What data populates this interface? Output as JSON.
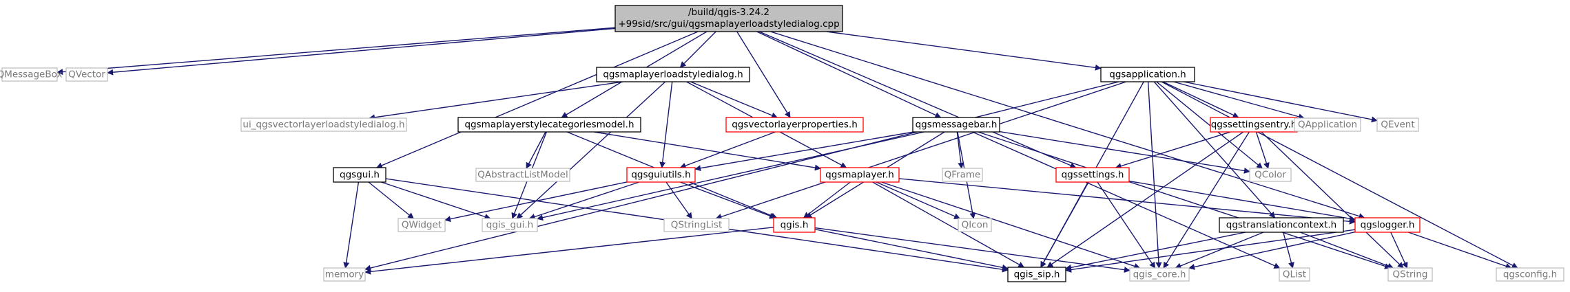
{
  "graph": {
    "colors": {
      "edge": "#191970",
      "external_border": "#bfbfbf",
      "external_text": "#7a7a7a",
      "documented_border": "#000000",
      "documented_text": "#000000",
      "has_includes_border": "#ff0000",
      "root_fill": "#bfbfbf"
    },
    "nodes": [
      {
        "id": "root",
        "lines": [
          "/build/qgis-3.24.2",
          "+99sid/src/gui/qgsmaplayerloadstyledialog.cpp"
        ],
        "style": "root"
      },
      {
        "id": "qmessagebox",
        "lines": [
          "QMessageBox"
        ],
        "style": "external"
      },
      {
        "id": "qvector",
        "lines": [
          "QVector"
        ],
        "style": "external"
      },
      {
        "id": "qgsmaplayerloadstyledialog_h",
        "lines": [
          "qgsmaplayerloadstyledialog.h"
        ],
        "style": "documented"
      },
      {
        "id": "qgsapplication_h",
        "lines": [
          "qgsapplication.h"
        ],
        "style": "documented"
      },
      {
        "id": "ui_qgsvectorlayerloadstyledialog_h",
        "lines": [
          "ui_qgsvectorlayerloadstyledialog.h"
        ],
        "style": "external"
      },
      {
        "id": "qgsmaplayerstylecategoriesmodel_h",
        "lines": [
          "qgsmaplayerstylecategoriesmodel.h"
        ],
        "style": "documented"
      },
      {
        "id": "qgsvectorlayerproperties_h",
        "lines": [
          "qgsvectorlayerproperties.h"
        ],
        "style": "has_includes"
      },
      {
        "id": "qgsmessagebar_h",
        "lines": [
          "qgsmessagebar.h"
        ],
        "style": "documented"
      },
      {
        "id": "qgssettingsentry_h",
        "lines": [
          "qgssettingsentry.h"
        ],
        "style": "has_includes"
      },
      {
        "id": "qapplication",
        "lines": [
          "QApplication"
        ],
        "style": "external"
      },
      {
        "id": "qevent",
        "lines": [
          "QEvent"
        ],
        "style": "external"
      },
      {
        "id": "qgsgui_h",
        "lines": [
          "qgsgui.h"
        ],
        "style": "documented"
      },
      {
        "id": "qabstractlistmodel",
        "lines": [
          "QAbstractListModel"
        ],
        "style": "external"
      },
      {
        "id": "qgsguiutils_h",
        "lines": [
          "qgsguiutils.h"
        ],
        "style": "has_includes"
      },
      {
        "id": "qgsmaplayer_h",
        "lines": [
          "qgsmaplayer.h"
        ],
        "style": "has_includes"
      },
      {
        "id": "qframe",
        "lines": [
          "QFrame"
        ],
        "style": "external"
      },
      {
        "id": "qgssettings_h",
        "lines": [
          "qgssettings.h"
        ],
        "style": "has_includes"
      },
      {
        "id": "qcolor",
        "lines": [
          "QColor"
        ],
        "style": "external"
      },
      {
        "id": "qwidget",
        "lines": [
          "QWidget"
        ],
        "style": "external"
      },
      {
        "id": "qgis_gui_h",
        "lines": [
          "qgis_gui.h"
        ],
        "style": "external"
      },
      {
        "id": "qstringlist",
        "lines": [
          "QStringList"
        ],
        "style": "external"
      },
      {
        "id": "qgis_h",
        "lines": [
          "qgis.h"
        ],
        "style": "has_includes"
      },
      {
        "id": "qicon",
        "lines": [
          "QIcon"
        ],
        "style": "external"
      },
      {
        "id": "qgstranslationcontext_h",
        "lines": [
          "qgstranslationcontext.h"
        ],
        "style": "documented"
      },
      {
        "id": "qgslogger_h",
        "lines": [
          "qgslogger.h"
        ],
        "style": "has_includes"
      },
      {
        "id": "memory",
        "lines": [
          "memory"
        ],
        "style": "external"
      },
      {
        "id": "qgis_sip_h",
        "lines": [
          "qgis_sip.h"
        ],
        "style": "documented"
      },
      {
        "id": "qgis_core_h",
        "lines": [
          "qgis_core.h"
        ],
        "style": "external"
      },
      {
        "id": "qlist",
        "lines": [
          "QList"
        ],
        "style": "external"
      },
      {
        "id": "qstring",
        "lines": [
          "QString"
        ],
        "style": "external"
      },
      {
        "id": "qgsconfig_h",
        "lines": [
          "qgsconfig.h"
        ],
        "style": "external"
      }
    ],
    "edges": [
      [
        "root",
        "qmessagebox"
      ],
      [
        "root",
        "qvector"
      ],
      [
        "root",
        "qgsmaplayerloadstyledialog_h"
      ],
      [
        "root",
        "qgsapplication_h"
      ],
      [
        "root",
        "qgsmaplayerstylecategoriesmodel_h"
      ],
      [
        "root",
        "qgsvectorlayerproperties_h"
      ],
      [
        "root",
        "qgsmessagebar_h"
      ],
      [
        "root",
        "qgssettings_h"
      ],
      [
        "root",
        "qgsgui_h"
      ],
      [
        "root",
        "qgslogger_h"
      ],
      [
        "qgsmaplayerloadstyledialog_h",
        "ui_qgsvectorlayerloadstyledialog_h"
      ],
      [
        "qgsmaplayerloadstyledialog_h",
        "qgsvectorlayerproperties_h"
      ],
      [
        "qgsmaplayerloadstyledialog_h",
        "qgsguiutils_h"
      ],
      [
        "qgsmaplayerloadstyledialog_h",
        "qgsmaplayer_h"
      ],
      [
        "qgsmaplayerloadstyledialog_h",
        "qgis_gui_h"
      ],
      [
        "qgsapplication_h",
        "qgssettingsentry_h"
      ],
      [
        "qgsapplication_h",
        "qapplication"
      ],
      [
        "qgsapplication_h",
        "qevent"
      ],
      [
        "qgsapplication_h",
        "qcolor"
      ],
      [
        "qgsapplication_h",
        "qstringlist"
      ],
      [
        "qgsapplication_h",
        "qgis_sip_h"
      ],
      [
        "qgsapplication_h",
        "qgis_core_h"
      ],
      [
        "qgsapplication_h",
        "qgstranslationcontext_h"
      ],
      [
        "qgsapplication_h",
        "qgsconfig_h"
      ],
      [
        "qgsapplication_h",
        "memory"
      ],
      [
        "qgsmaplayerstylecategoriesmodel_h",
        "qabstractlistmodel"
      ],
      [
        "qgsmaplayerstylecategoriesmodel_h",
        "qgsmaplayer_h"
      ],
      [
        "qgsmaplayerstylecategoriesmodel_h",
        "qgis_gui_h"
      ],
      [
        "qgsmaplayerstylecategoriesmodel_h",
        "qgis_h"
      ],
      [
        "qgsvectorlayerproperties_h",
        "qgsguiutils_h"
      ],
      [
        "qgsmessagebar_h",
        "qframe"
      ],
      [
        "qgsmessagebar_h",
        "qicon"
      ],
      [
        "qgsmessagebar_h",
        "qcolor"
      ],
      [
        "qgsmessagebar_h",
        "qgsguiutils_h"
      ],
      [
        "qgsmessagebar_h",
        "qgis_gui_h"
      ],
      [
        "qgsmessagebar_h",
        "qgis_h"
      ],
      [
        "qgsmessagebar_h",
        "qlist"
      ],
      [
        "qgsmessagebar_h",
        "qstring"
      ],
      [
        "qgssettingsentry_h",
        "qgssettings_h"
      ],
      [
        "qgssettingsentry_h",
        "qcolor"
      ],
      [
        "qgssettingsentry_h",
        "qgis_sip_h"
      ],
      [
        "qgssettingsentry_h",
        "qgis_core_h"
      ],
      [
        "qgssettingsentry_h",
        "qstring"
      ],
      [
        "qgsgui_h",
        "qwidget"
      ],
      [
        "qgsgui_h",
        "qgis_gui_h"
      ],
      [
        "qgsgui_h",
        "memory"
      ],
      [
        "qgsgui_h",
        "qgis_sip_h"
      ],
      [
        "qgsguiutils_h",
        "qwidget"
      ],
      [
        "qgsguiutils_h",
        "qgis_gui_h"
      ],
      [
        "qgsguiutils_h",
        "qstringlist"
      ],
      [
        "qgsguiutils_h",
        "qgis_h"
      ],
      [
        "qgsmaplayer_h",
        "qgis_h"
      ],
      [
        "qgsmaplayer_h",
        "qicon"
      ],
      [
        "qgsmaplayer_h",
        "qgis_sip_h"
      ],
      [
        "qgsmaplayer_h",
        "qgis_core_h"
      ],
      [
        "qgsmaplayer_h",
        "qgslogger_h"
      ],
      [
        "qgssettings_h",
        "qgis_sip_h"
      ],
      [
        "qgssettings_h",
        "qgis_core_h"
      ],
      [
        "qgssettings_h",
        "qgslogger_h"
      ],
      [
        "qgis_h",
        "memory"
      ],
      [
        "qgis_h",
        "qgis_sip_h"
      ],
      [
        "qgis_h",
        "qgis_core_h"
      ],
      [
        "qgstranslationcontext_h",
        "qgis_sip_h"
      ],
      [
        "qgstranslationcontext_h",
        "qgis_core_h"
      ],
      [
        "qgstranslationcontext_h",
        "qlist"
      ],
      [
        "qgstranslationcontext_h",
        "qstring"
      ],
      [
        "qgslogger_h",
        "qgis_sip_h"
      ],
      [
        "qgslogger_h",
        "qgis_core_h"
      ],
      [
        "qgslogger_h",
        "qstring"
      ],
      [
        "qgslogger_h",
        "qgsconfig_h"
      ]
    ]
  }
}
